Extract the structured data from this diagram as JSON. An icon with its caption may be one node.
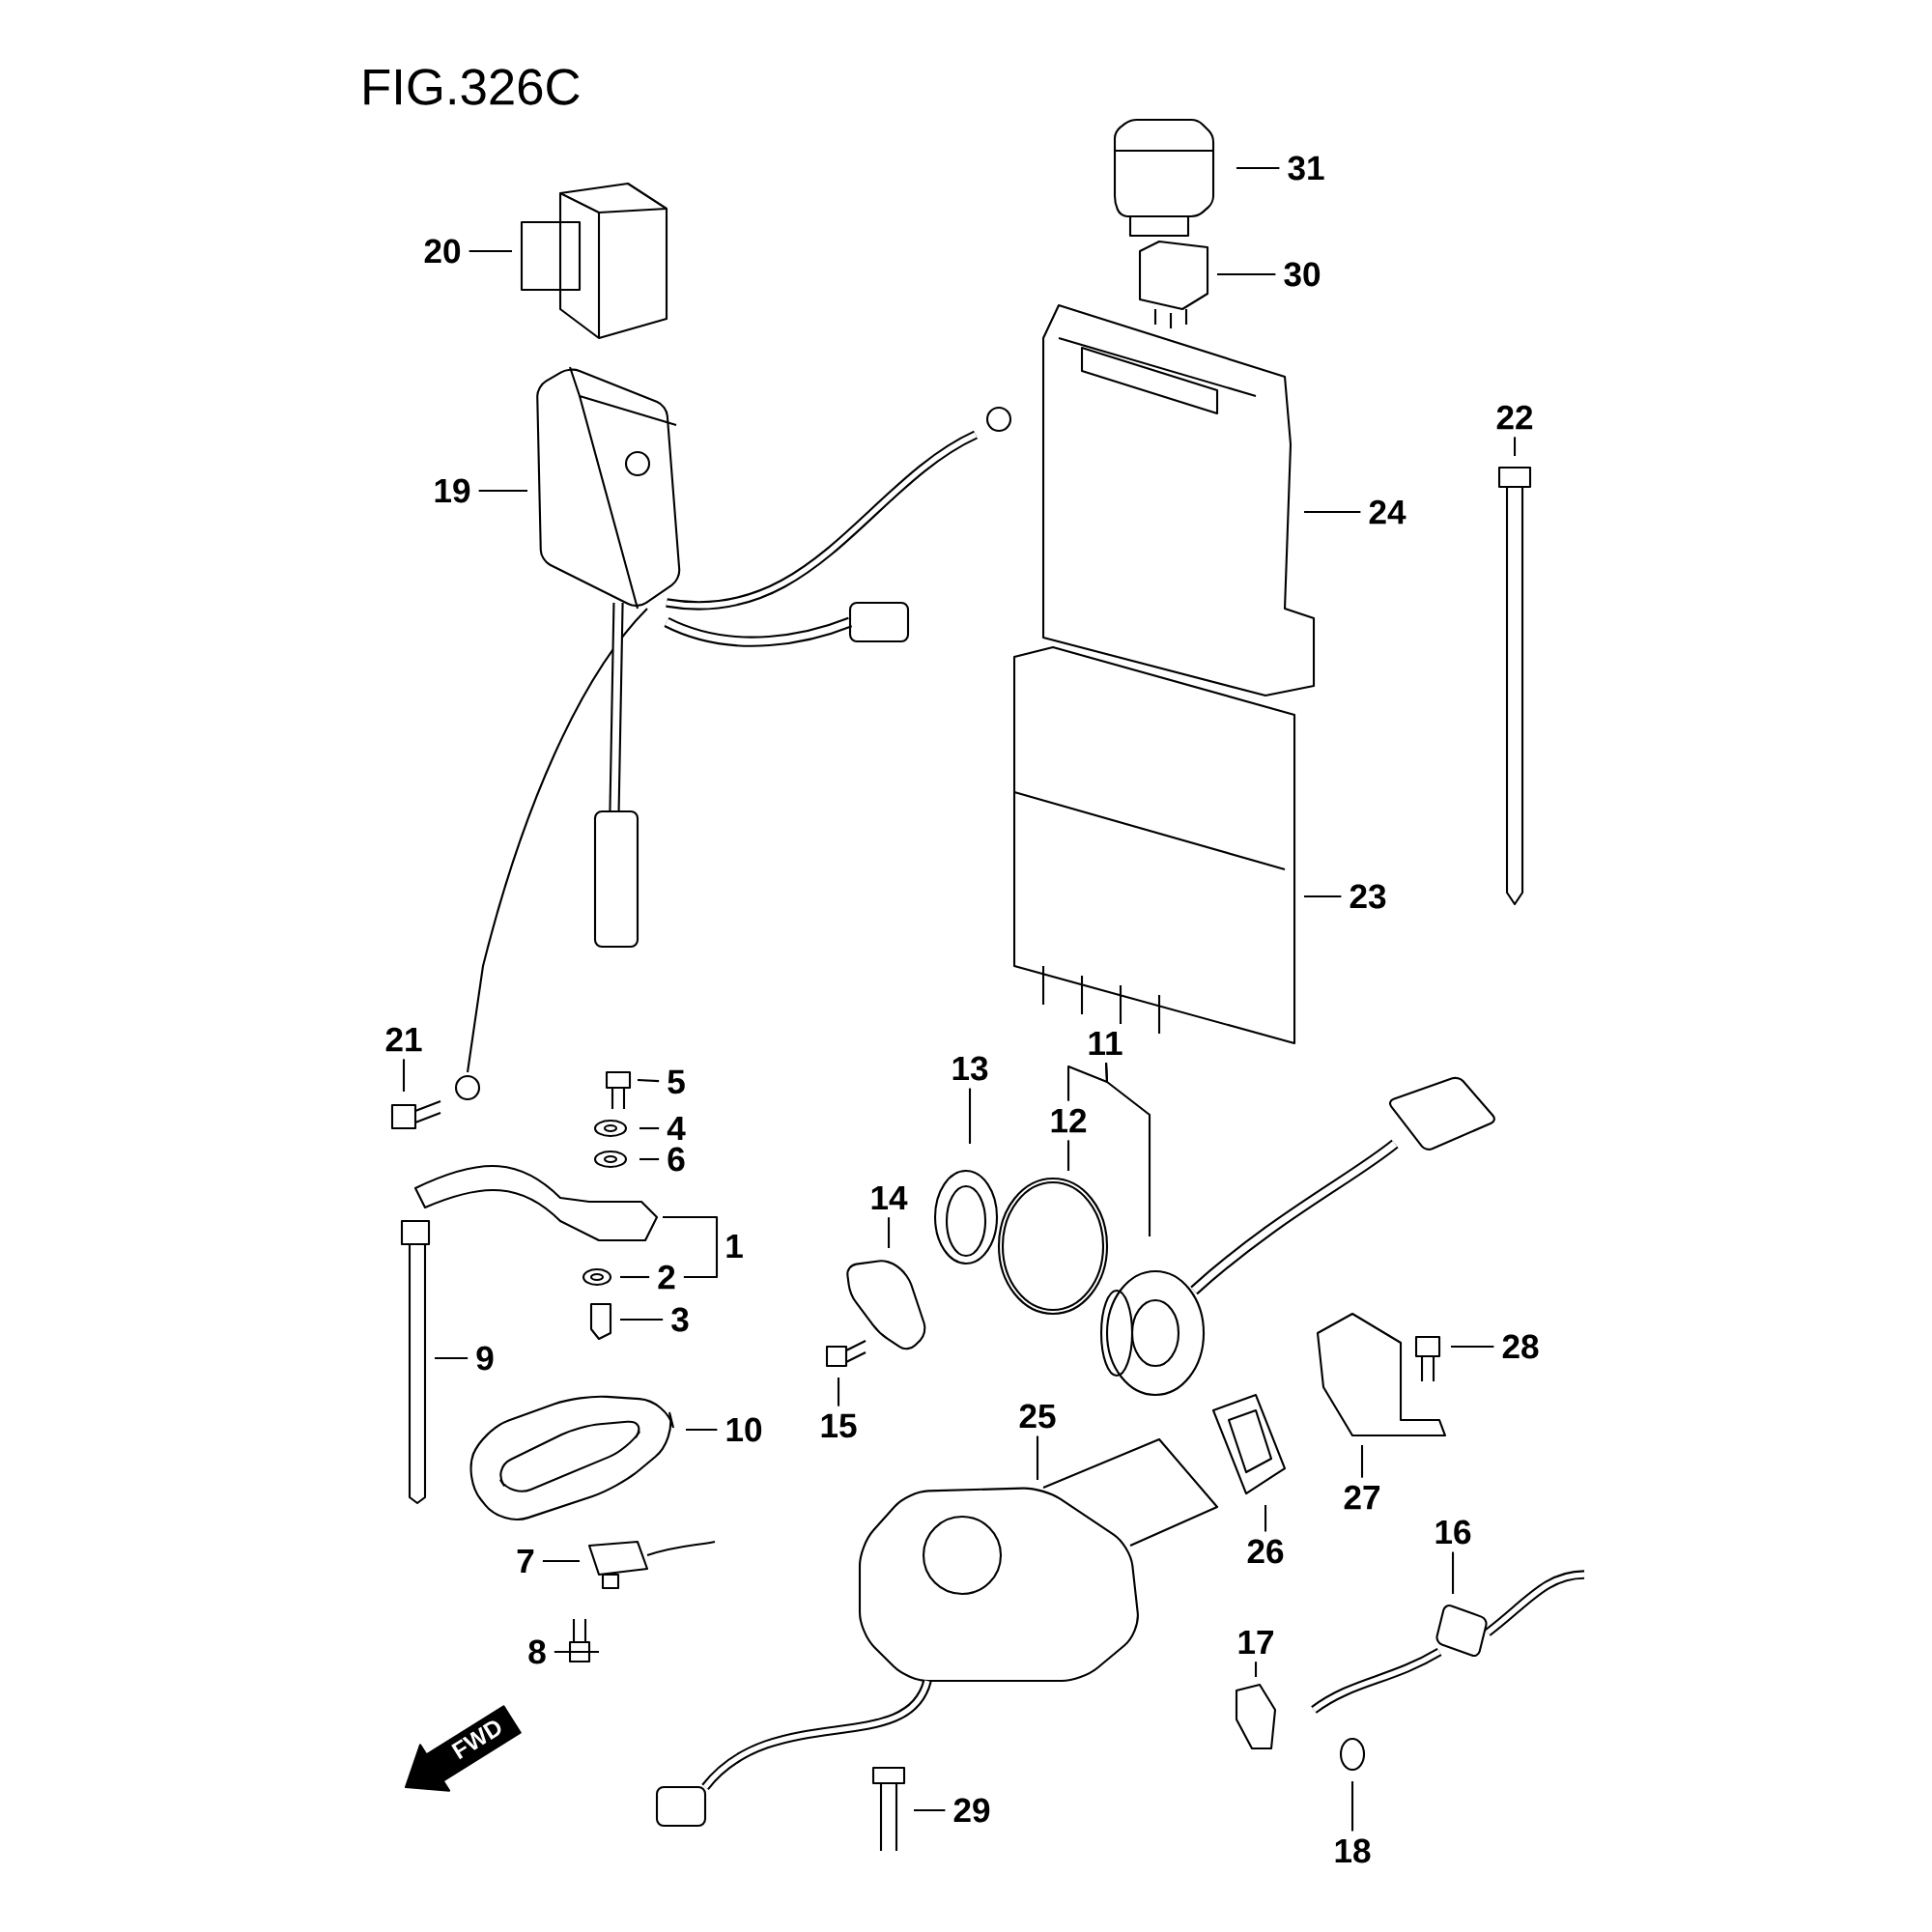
{
  "diagram": {
    "title": "FIG.326C",
    "nodes": [
      {
        "text": [
          "31"
        ]
      },
      {
        "text": [
          "20"
        ]
      },
      {
        "text": [
          "30"
        ]
      },
      {
        "text": [
          "22"
        ]
      },
      {
        "text": [
          "19"
        ]
      },
      {
        "text": [
          "24"
        ]
      },
      {
        "text": [
          "23"
        ]
      },
      {
        "text": [
          "21"
        ]
      },
      {
        "text": [
          "11"
        ]
      },
      {
        "text": [
          "13"
        ]
      },
      {
        "text": [
          "5"
        ]
      },
      {
        "text": [
          "12"
        ]
      },
      {
        "text": [
          "4"
        ]
      },
      {
        "text": [
          "6"
        ]
      },
      {
        "text": [
          "14"
        ]
      },
      {
        "text": [
          "1"
        ]
      },
      {
        "text": [
          "2"
        ]
      },
      {
        "text": [
          "3"
        ]
      },
      {
        "text": [
          "28"
        ]
      },
      {
        "text": [
          "9"
        ]
      },
      {
        "text": [
          "25"
        ]
      },
      {
        "text": [
          "15"
        ]
      },
      {
        "text": [
          "10"
        ]
      },
      {
        "text": [
          "27"
        ]
      },
      {
        "text": [
          "16"
        ]
      },
      {
        "text": [
          "26"
        ]
      },
      {
        "text": [
          "7"
        ]
      },
      {
        "text": [
          "17"
        ]
      },
      {
        "text": [
          "8"
        ]
      },
      {
        "text": [
          "29"
        ]
      },
      {
        "text": [
          "18"
        ]
      }
    ],
    "edges": [
      {
        "from": 0,
        "to": null,
        "arrow": "none"
      },
      {
        "from": 1,
        "to": null,
        "arrow": "none"
      },
      {
        "from": 2,
        "to": null,
        "arrow": "none"
      },
      {
        "from": 3,
        "to": null,
        "arrow": "none"
      },
      {
        "from": 4,
        "to": null,
        "arrow": "none"
      },
      {
        "from": 5,
        "to": null,
        "arrow": "none"
      },
      {
        "from": 6,
        "to": null,
        "arrow": "none"
      },
      {
        "from": 7,
        "to": null,
        "arrow": "none"
      },
      {
        "from": 8,
        "to": null,
        "arrow": "none"
      },
      {
        "from": 8,
        "to": 11,
        "arrow": "none"
      },
      {
        "from": 9,
        "to": null,
        "arrow": "none"
      },
      {
        "from": 10,
        "to": null,
        "arrow": "none"
      },
      {
        "from": 11,
        "to": null,
        "arrow": "none"
      },
      {
        "from": 12,
        "to": null,
        "arrow": "none"
      },
      {
        "from": 13,
        "to": null,
        "arrow": "none"
      },
      {
        "from": 14,
        "to": null,
        "arrow": "none"
      },
      {
        "from": 15,
        "to": null,
        "arrow": "none"
      },
      {
        "from": 15,
        "to": 16,
        "arrow": "none"
      },
      {
        "from": 16,
        "to": null,
        "arrow": "none"
      },
      {
        "from": 17,
        "to": null,
        "arrow": "none"
      },
      {
        "from": 18,
        "to": null,
        "arrow": "none"
      },
      {
        "from": 19,
        "to": null,
        "arrow": "none"
      },
      {
        "from": 20,
        "to": null,
        "arrow": "none"
      },
      {
        "from": 21,
        "to": null,
        "arrow": "none"
      },
      {
        "from": 22,
        "to": null,
        "arrow": "none"
      },
      {
        "from": 23,
        "to": null,
        "arrow": "none"
      },
      {
        "from": 24,
        "to": null,
        "arrow": "none"
      },
      {
        "from": 25,
        "to": null,
        "arrow": "none"
      },
      {
        "from": 26,
        "to": null,
        "arrow": "none"
      },
      {
        "from": 27,
        "to": null,
        "arrow": "none"
      },
      {
        "from": 28,
        "to": null,
        "arrow": "none"
      },
      {
        "from": 29,
        "to": null,
        "arrow": "none"
      },
      {
        "from": 30,
        "to": null,
        "arrow": "none"
      }
    ],
    "labels": [
      "FWD"
    ]
  }
}
